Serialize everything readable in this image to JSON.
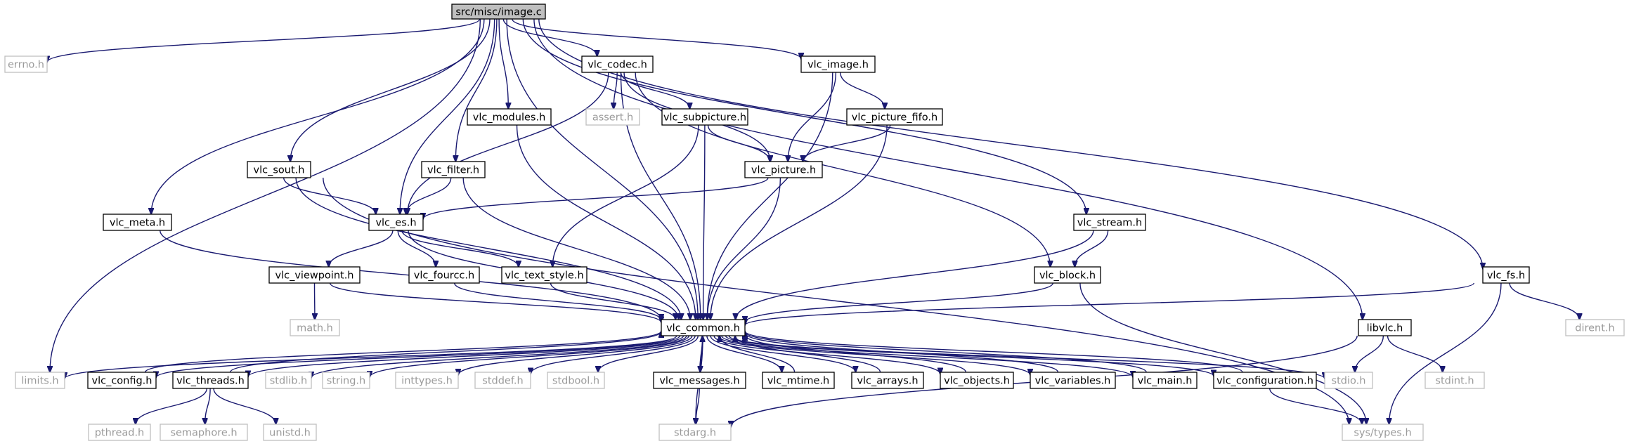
{
  "graph": {
    "root": "src/misc/image.c",
    "nodes": [
      {
        "id": "image_c",
        "label": "src/misc/image.c",
        "kind": "root"
      },
      {
        "id": "errno",
        "label": "errno.h",
        "kind": "system"
      },
      {
        "id": "vlc_codec",
        "label": "vlc_codec.h",
        "kind": "local"
      },
      {
        "id": "vlc_image",
        "label": "vlc_image.h",
        "kind": "local"
      },
      {
        "id": "vlc_modules",
        "label": "vlc_modules.h",
        "kind": "local"
      },
      {
        "id": "assert",
        "label": "assert.h",
        "kind": "system"
      },
      {
        "id": "vlc_subpicture",
        "label": "vlc_subpicture.h",
        "kind": "local"
      },
      {
        "id": "vlc_picture_fifo",
        "label": "vlc_picture_fifo.h",
        "kind": "local"
      },
      {
        "id": "vlc_sout",
        "label": "vlc_sout.h",
        "kind": "local"
      },
      {
        "id": "vlc_filter",
        "label": "vlc_filter.h",
        "kind": "local"
      },
      {
        "id": "vlc_picture",
        "label": "vlc_picture.h",
        "kind": "local"
      },
      {
        "id": "vlc_meta",
        "label": "vlc_meta.h",
        "kind": "local"
      },
      {
        "id": "vlc_es",
        "label": "vlc_es.h",
        "kind": "local"
      },
      {
        "id": "vlc_stream",
        "label": "vlc_stream.h",
        "kind": "local"
      },
      {
        "id": "vlc_viewpoint",
        "label": "vlc_viewpoint.h",
        "kind": "local"
      },
      {
        "id": "vlc_fourcc",
        "label": "vlc_fourcc.h",
        "kind": "local"
      },
      {
        "id": "vlc_text_style",
        "label": "vlc_text_style.h",
        "kind": "local"
      },
      {
        "id": "vlc_block",
        "label": "vlc_block.h",
        "kind": "local"
      },
      {
        "id": "vlc_fs",
        "label": "vlc_fs.h",
        "kind": "local"
      },
      {
        "id": "math",
        "label": "math.h",
        "kind": "system"
      },
      {
        "id": "vlc_common",
        "label": "vlc_common.h",
        "kind": "local"
      },
      {
        "id": "libvlc",
        "label": "libvlc.h",
        "kind": "local"
      },
      {
        "id": "dirent",
        "label": "dirent.h",
        "kind": "system"
      },
      {
        "id": "limits",
        "label": "limits.h",
        "kind": "system"
      },
      {
        "id": "vlc_config",
        "label": "vlc_config.h",
        "kind": "local"
      },
      {
        "id": "vlc_threads",
        "label": "vlc_threads.h",
        "kind": "local"
      },
      {
        "id": "stdlib",
        "label": "stdlib.h",
        "kind": "system"
      },
      {
        "id": "string",
        "label": "string.h",
        "kind": "system"
      },
      {
        "id": "inttypes",
        "label": "inttypes.h",
        "kind": "system"
      },
      {
        "id": "stddef",
        "label": "stddef.h",
        "kind": "system"
      },
      {
        "id": "stdbool",
        "label": "stdbool.h",
        "kind": "system"
      },
      {
        "id": "vlc_messages",
        "label": "vlc_messages.h",
        "kind": "local"
      },
      {
        "id": "vlc_mtime",
        "label": "vlc_mtime.h",
        "kind": "local"
      },
      {
        "id": "vlc_arrays",
        "label": "vlc_arrays.h",
        "kind": "local"
      },
      {
        "id": "vlc_objects",
        "label": "vlc_objects.h",
        "kind": "local"
      },
      {
        "id": "vlc_variables",
        "label": "vlc_variables.h",
        "kind": "local"
      },
      {
        "id": "vlc_main",
        "label": "vlc_main.h",
        "kind": "local"
      },
      {
        "id": "vlc_configuration",
        "label": "vlc_configuration.h",
        "kind": "local"
      },
      {
        "id": "stdio",
        "label": "stdio.h",
        "kind": "system"
      },
      {
        "id": "stdint",
        "label": "stdint.h",
        "kind": "system"
      },
      {
        "id": "pthread",
        "label": "pthread.h",
        "kind": "system"
      },
      {
        "id": "semaphore",
        "label": "semaphore.h",
        "kind": "system"
      },
      {
        "id": "unistd",
        "label": "unistd.h",
        "kind": "system"
      },
      {
        "id": "stdarg",
        "label": "stdarg.h",
        "kind": "system"
      },
      {
        "id": "sys_types",
        "label": "sys/types.h",
        "kind": "system"
      }
    ],
    "edges": [
      [
        "image_c",
        "errno"
      ],
      [
        "image_c",
        "limits"
      ],
      [
        "image_c",
        "vlc_meta"
      ],
      [
        "image_c",
        "vlc_sout"
      ],
      [
        "image_c",
        "vlc_es"
      ],
      [
        "image_c",
        "vlc_filter"
      ],
      [
        "image_c",
        "vlc_modules"
      ],
      [
        "image_c",
        "vlc_codec"
      ],
      [
        "image_c",
        "vlc_image"
      ],
      [
        "image_c",
        "vlc_common"
      ],
      [
        "image_c",
        "vlc_stream"
      ],
      [
        "image_c",
        "libvlc"
      ],
      [
        "image_c",
        "vlc_fs"
      ],
      [
        "vlc_codec",
        "vlc_es"
      ],
      [
        "vlc_codec",
        "vlc_common"
      ],
      [
        "vlc_codec",
        "assert"
      ],
      [
        "vlc_codec",
        "vlc_subpicture"
      ],
      [
        "vlc_codec",
        "vlc_picture"
      ],
      [
        "vlc_codec",
        "vlc_block"
      ],
      [
        "vlc_image",
        "vlc_picture"
      ],
      [
        "vlc_image",
        "vlc_picture_fifo"
      ],
      [
        "vlc_image",
        "vlc_common"
      ],
      [
        "vlc_modules",
        "vlc_common"
      ],
      [
        "vlc_subpicture",
        "vlc_picture"
      ],
      [
        "vlc_subpicture",
        "vlc_text_style"
      ],
      [
        "vlc_subpicture",
        "vlc_common"
      ],
      [
        "vlc_picture_fifo",
        "vlc_picture"
      ],
      [
        "vlc_picture_fifo",
        "vlc_common"
      ],
      [
        "vlc_picture",
        "vlc_es"
      ],
      [
        "vlc_picture",
        "vlc_common"
      ],
      [
        "vlc_sout",
        "vlc_es"
      ],
      [
        "vlc_sout",
        "vlc_common"
      ],
      [
        "vlc_sout",
        "sys_types"
      ],
      [
        "vlc_filter",
        "vlc_es"
      ],
      [
        "vlc_filter",
        "vlc_common"
      ],
      [
        "vlc_meta",
        "vlc_common"
      ],
      [
        "vlc_es",
        "vlc_viewpoint"
      ],
      [
        "vlc_es",
        "vlc_fourcc"
      ],
      [
        "vlc_es",
        "vlc_text_style"
      ],
      [
        "vlc_es",
        "vlc_common"
      ],
      [
        "vlc_stream",
        "vlc_block"
      ],
      [
        "vlc_stream",
        "vlc_common"
      ],
      [
        "vlc_viewpoint",
        "math"
      ],
      [
        "vlc_viewpoint",
        "vlc_common"
      ],
      [
        "vlc_fourcc",
        "vlc_common"
      ],
      [
        "vlc_text_style",
        "vlc_common"
      ],
      [
        "vlc_block",
        "vlc_common"
      ],
      [
        "vlc_block",
        "sys_types"
      ],
      [
        "vlc_fs",
        "vlc_common"
      ],
      [
        "vlc_fs",
        "dirent"
      ],
      [
        "vlc_fs",
        "sys_types"
      ],
      [
        "libvlc",
        "stdio"
      ],
      [
        "libvlc",
        "stdint"
      ],
      [
        "libvlc",
        "stdarg"
      ],
      [
        "vlc_common",
        "limits"
      ],
      [
        "vlc_common",
        "vlc_config"
      ],
      [
        "vlc_common",
        "vlc_threads"
      ],
      [
        "vlc_common",
        "stdlib"
      ],
      [
        "vlc_common",
        "string"
      ],
      [
        "vlc_common",
        "inttypes"
      ],
      [
        "vlc_common",
        "stddef"
      ],
      [
        "vlc_common",
        "stdbool"
      ],
      [
        "vlc_common",
        "stdarg"
      ],
      [
        "vlc_common",
        "vlc_messages"
      ],
      [
        "vlc_common",
        "vlc_mtime"
      ],
      [
        "vlc_common",
        "vlc_arrays"
      ],
      [
        "vlc_common",
        "vlc_objects"
      ],
      [
        "vlc_common",
        "vlc_variables"
      ],
      [
        "vlc_common",
        "vlc_main"
      ],
      [
        "vlc_common",
        "vlc_configuration"
      ],
      [
        "vlc_common",
        "stdio"
      ],
      [
        "vlc_config",
        "vlc_common"
      ],
      [
        "vlc_threads",
        "vlc_common"
      ],
      [
        "vlc_messages",
        "vlc_common"
      ],
      [
        "vlc_mtime",
        "vlc_common"
      ],
      [
        "vlc_arrays",
        "vlc_common"
      ],
      [
        "vlc_objects",
        "vlc_common"
      ],
      [
        "vlc_variables",
        "vlc_common"
      ],
      [
        "vlc_main",
        "vlc_common"
      ],
      [
        "vlc_configuration",
        "vlc_common"
      ],
      [
        "vlc_threads",
        "pthread"
      ],
      [
        "vlc_threads",
        "semaphore"
      ],
      [
        "vlc_threads",
        "unistd"
      ],
      [
        "vlc_messages",
        "stdarg"
      ],
      [
        "vlc_configuration",
        "sys_types"
      ]
    ]
  },
  "colors": {
    "edge": "#191970",
    "root_fill": "#bfbfbf",
    "local_border": "#000000",
    "system_border": "#bfbfbf",
    "system_text": "#9a9a9a"
  }
}
